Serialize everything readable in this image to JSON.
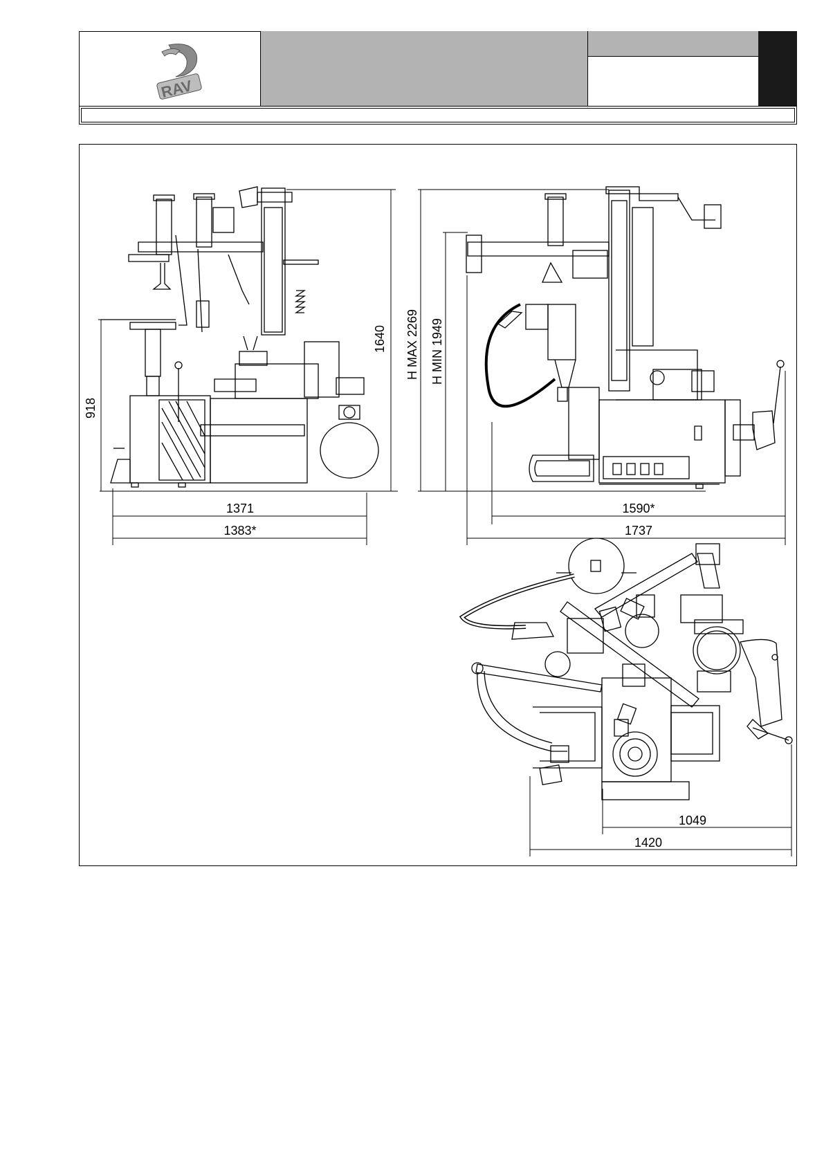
{
  "header": {
    "logo_text": "RAV",
    "title": "",
    "right_top": "",
    "right_bottom": "",
    "strip_text": ""
  },
  "dimensions": {
    "front_height": "1640",
    "front_table_height": "918",
    "front_width": "1371",
    "front_width_star": "1383*",
    "side_h_max": "H MAX 2269",
    "side_h_min": "H MIN 1949",
    "side_depth_star": "1590*",
    "side_depth": "1737",
    "top_width": "1049",
    "top_width_total": "1420"
  },
  "colors": {
    "header_gray": "#b3b3b3",
    "header_black": "#1a1a1a",
    "line": "#000000"
  }
}
